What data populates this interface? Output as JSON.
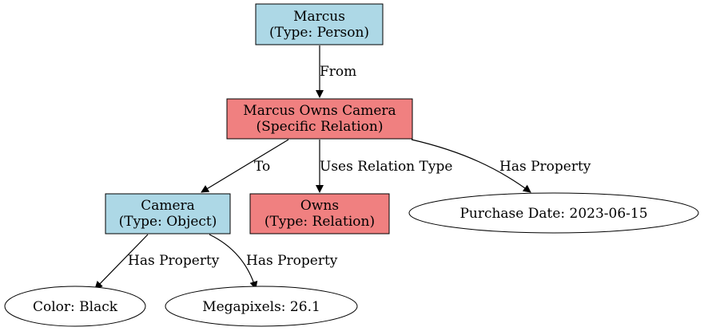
{
  "nodes": {
    "marcus": {
      "line1": "Marcus",
      "line2": "(Type: Person)",
      "fill": "#add8e6"
    },
    "marcus_owns_camera": {
      "line1": "Marcus Owns Camera",
      "line2": "(Specific Relation)",
      "fill": "#f08080"
    },
    "camera": {
      "line1": "Camera",
      "line2": "(Type: Object)",
      "fill": "#add8e6"
    },
    "owns": {
      "line1": "Owns",
      "line2": "(Type: Relation)",
      "fill": "#f08080"
    },
    "purchase_date": {
      "label": "Purchase Date: 2023-06-15"
    },
    "color": {
      "label": "Color: Black"
    },
    "megapixels": {
      "label": "Megapixels: 26.1"
    }
  },
  "edges": {
    "marcus_to_relation": "From",
    "relation_to_camera": "To",
    "relation_to_owns": "Uses Relation Type",
    "relation_to_purchase": "Has Property",
    "camera_to_color": "Has Property",
    "camera_to_megapixels": "Has Property"
  }
}
